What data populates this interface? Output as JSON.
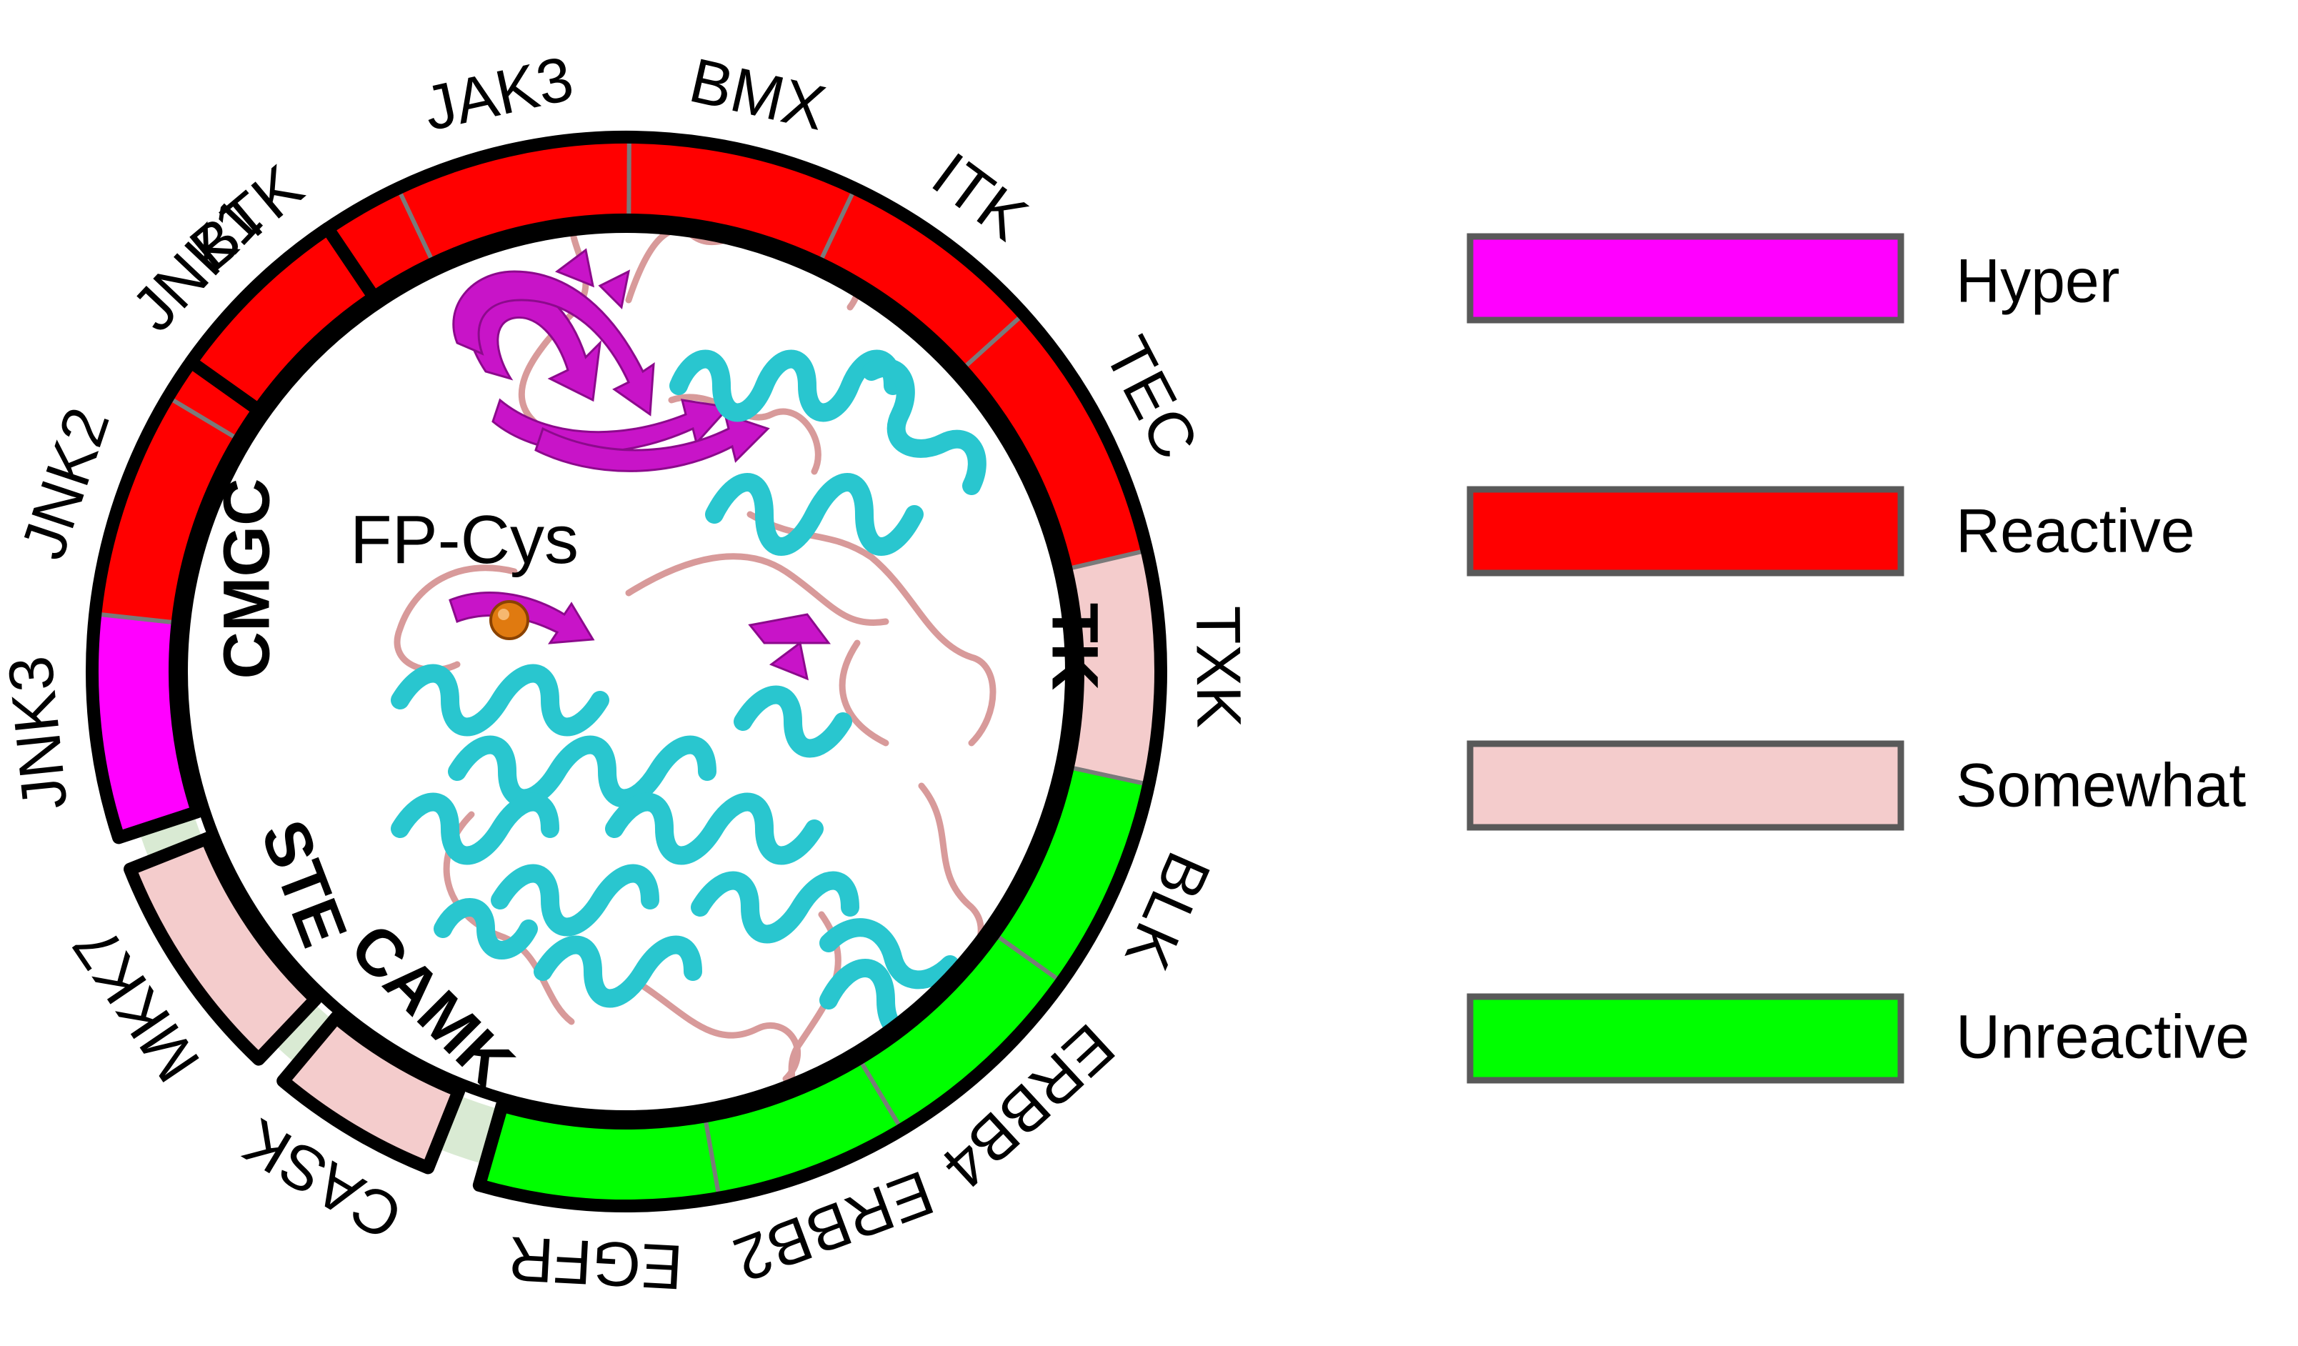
{
  "colors": {
    "Hyper": "#ff00ff",
    "Reactive": "#ff0000",
    "Somewhat": "#f4cccc",
    "Unreactive": "#00ff00",
    "gap": "#d9ead3",
    "legend_border": "#595959",
    "helix": "#29c6cf",
    "sheet": "#c814c8",
    "loop": "#d89a9a",
    "probe_sphere": "#e07a10"
  },
  "kinases": [
    {
      "name": "BTK",
      "category": "Reactive"
    },
    {
      "name": "JAK3",
      "category": "Reactive"
    },
    {
      "name": "BMX",
      "category": "Reactive"
    },
    {
      "name": "ITK",
      "category": "Reactive"
    },
    {
      "name": "TEC",
      "category": "Reactive"
    },
    {
      "name": "TXK",
      "category": "Somewhat"
    },
    {
      "name": "BLK",
      "category": "Unreactive"
    },
    {
      "name": "ERBB4",
      "category": "Unreactive"
    },
    {
      "name": "ERBB2",
      "category": "Unreactive"
    },
    {
      "name": "EGFR",
      "category": "Unreactive"
    },
    {
      "name": "CASK",
      "category": "Somewhat"
    },
    {
      "name": "MKK7",
      "category": "Somewhat"
    },
    {
      "name": "JNK3",
      "category": "Hyper"
    },
    {
      "name": "JNK2",
      "category": "Reactive"
    },
    {
      "name": "JNK1",
      "category": "Reactive"
    }
  ],
  "families": [
    {
      "name": "TK"
    },
    {
      "name": "CAMK"
    },
    {
      "name": "STE"
    },
    {
      "name": "CMGC"
    }
  ],
  "probe_label": "FP-Cys",
  "legend": [
    {
      "label": "Hyper",
      "category": "Hyper"
    },
    {
      "label": "Reactive",
      "category": "Reactive"
    },
    {
      "label": "Somewhat",
      "category": "Somewhat"
    },
    {
      "label": "Unreactive",
      "category": "Unreactive"
    }
  ]
}
